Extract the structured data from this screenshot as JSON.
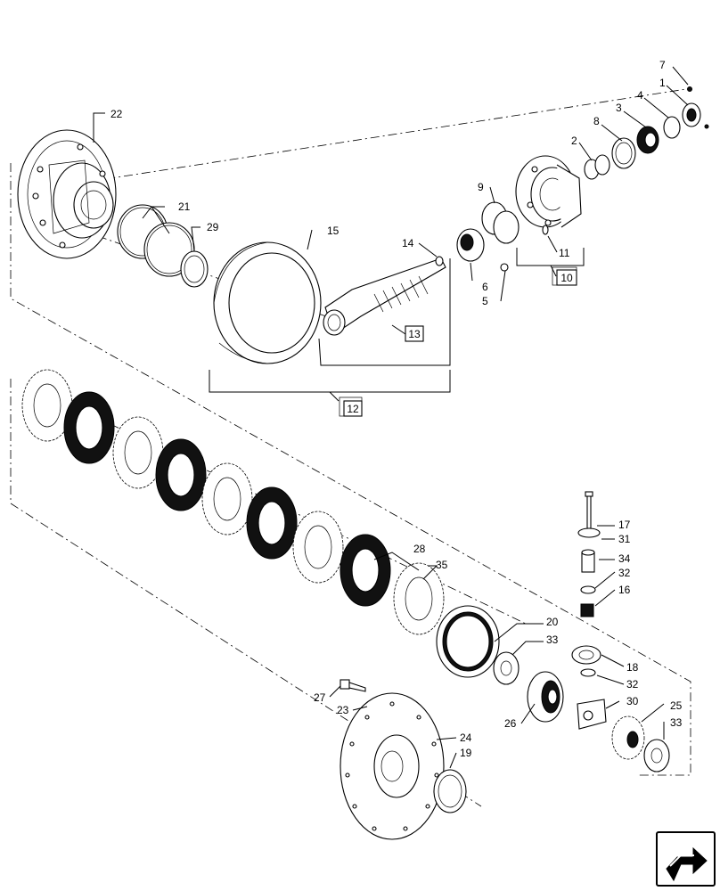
{
  "callouts": {
    "c1": "1",
    "c2": "2",
    "c3": "3",
    "c4": "4",
    "c5": "5",
    "c6": "6",
    "c7": "7",
    "c8": "8",
    "c9": "9",
    "c10": "10",
    "c11": "11",
    "c12": "12",
    "c13": "13",
    "c14": "14",
    "c15": "15",
    "c16": "16",
    "c17": "17",
    "c18": "18",
    "c19": "19",
    "c20": "20",
    "c21": "21",
    "c22": "22",
    "c23": "23",
    "c24": "24",
    "c25": "25",
    "c26": "26",
    "c27": "27",
    "c28": "28",
    "c29": "29",
    "c30": "30",
    "c31": "31",
    "c32a": "32",
    "c32b": "32",
    "c33a": "33",
    "c33b": "33",
    "c34": "34",
    "c35": "35"
  },
  "icons": {
    "next_page": "arrow-right-icon"
  }
}
